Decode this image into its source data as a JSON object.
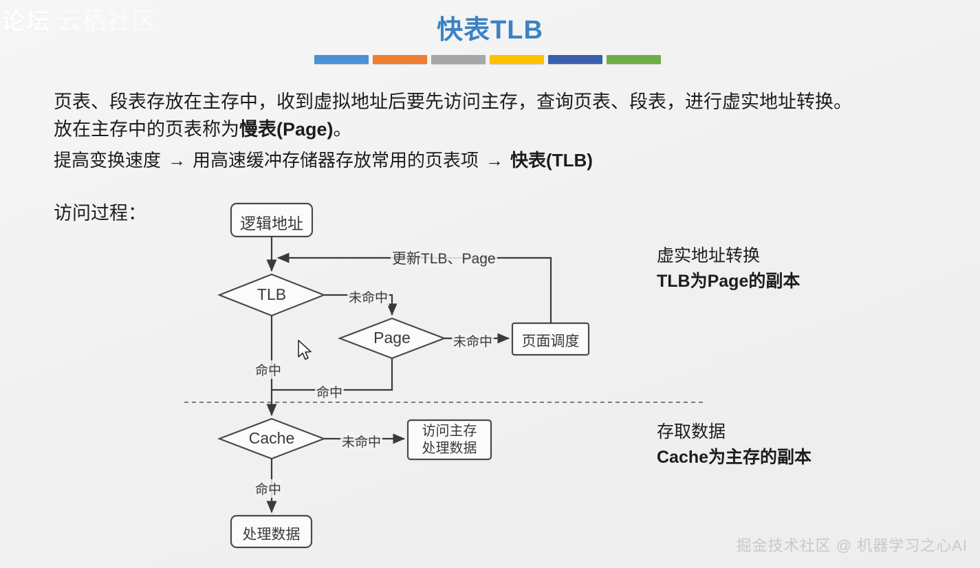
{
  "slide": {
    "title": "快表TLB",
    "accent_color": "#3B82C4",
    "background": "#f2f2f2",
    "title_bars": [
      {
        "name": "bar-blue",
        "color": "#4A90D9"
      },
      {
        "name": "bar-orange",
        "color": "#ED7D31"
      },
      {
        "name": "bar-gray",
        "color": "#A6A6A6"
      },
      {
        "name": "bar-yellow",
        "color": "#FFC000"
      },
      {
        "name": "bar-darkblue",
        "color": "#3A5FAD"
      },
      {
        "name": "bar-green",
        "color": "#70AD47"
      }
    ]
  },
  "body": {
    "para1": "页表、段表存放在主存中，收到虚拟地址后要先访问主存，查询页表、段表，进行虚实地址转换。",
    "para2_prefix": "放在主存中的页表称为",
    "para2_bold": "慢表(Page)",
    "para2_suffix": "。",
    "para3_a": "提高变换速度",
    "para3_arrow1": "→",
    "para3_b": "用高速缓冲存储器存放常用的页表项",
    "para3_arrow2": "→",
    "para3_c": "快表(TLB)",
    "process_label": "访问过程："
  },
  "annotations": {
    "top": {
      "line1": "虚实地址转换",
      "line2": "TLB为Page的副本"
    },
    "bottom": {
      "line1": "存取数据",
      "line2": "Cache为主存的副本"
    }
  },
  "flowchart": {
    "nodes": {
      "logical_address": "逻辑地址",
      "tlb": "TLB",
      "page": "Page",
      "page_scheduling": "页面调度",
      "cache": "Cache",
      "access_main_memory_line1": "访问主存",
      "access_main_memory_line2": "处理数据",
      "process_data": "处理数据"
    },
    "edges": {
      "update_tlb_page": "更新TLB、Page",
      "tlb_miss": "未命中",
      "tlb_hit": "命中",
      "page_miss": "未命中",
      "page_hit": "命中",
      "cache_miss": "未命中",
      "cache_hit": "命中"
    }
  },
  "watermarks": {
    "top_left": "论坛",
    "top_left_blurred": "云栖社区",
    "bottom_right": "掘金技术社区 @ 机器学习之心AI"
  }
}
